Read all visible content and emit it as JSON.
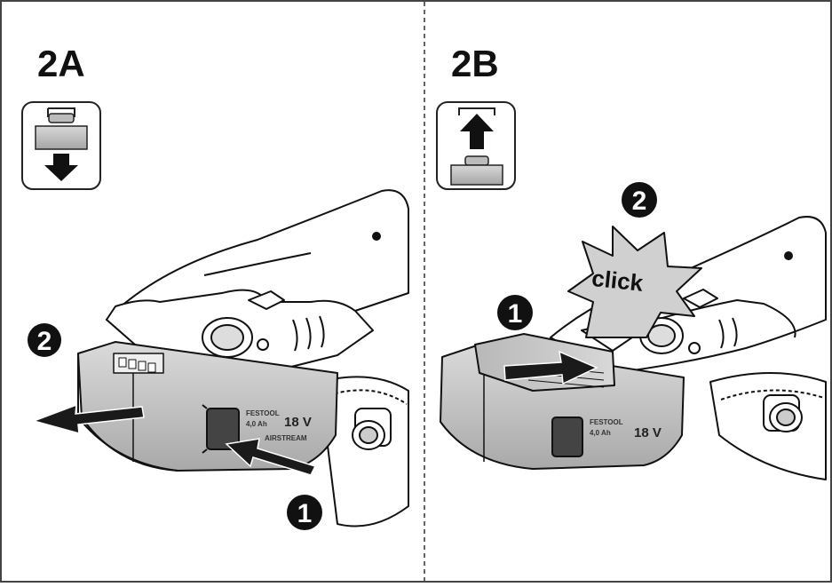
{
  "panels": [
    {
      "label": "2A",
      "steps": [
        "1",
        "2"
      ],
      "icon": "battery-release-down-icon"
    },
    {
      "label": "2B",
      "steps": [
        "1",
        "2"
      ],
      "callout": "click",
      "icon": "battery-insert-up-icon"
    }
  ],
  "battery": {
    "brand": "FESTOOL",
    "capacity": "4,0 Ah",
    "voltage": "18 V",
    "series": "AIRSTREAM"
  },
  "colors": {
    "line": "#111111",
    "battery_gray": "#cfcfcf",
    "battery_dark": "#9c9c9c",
    "arrow": "#1a1a1a",
    "badge": "#111111"
  }
}
